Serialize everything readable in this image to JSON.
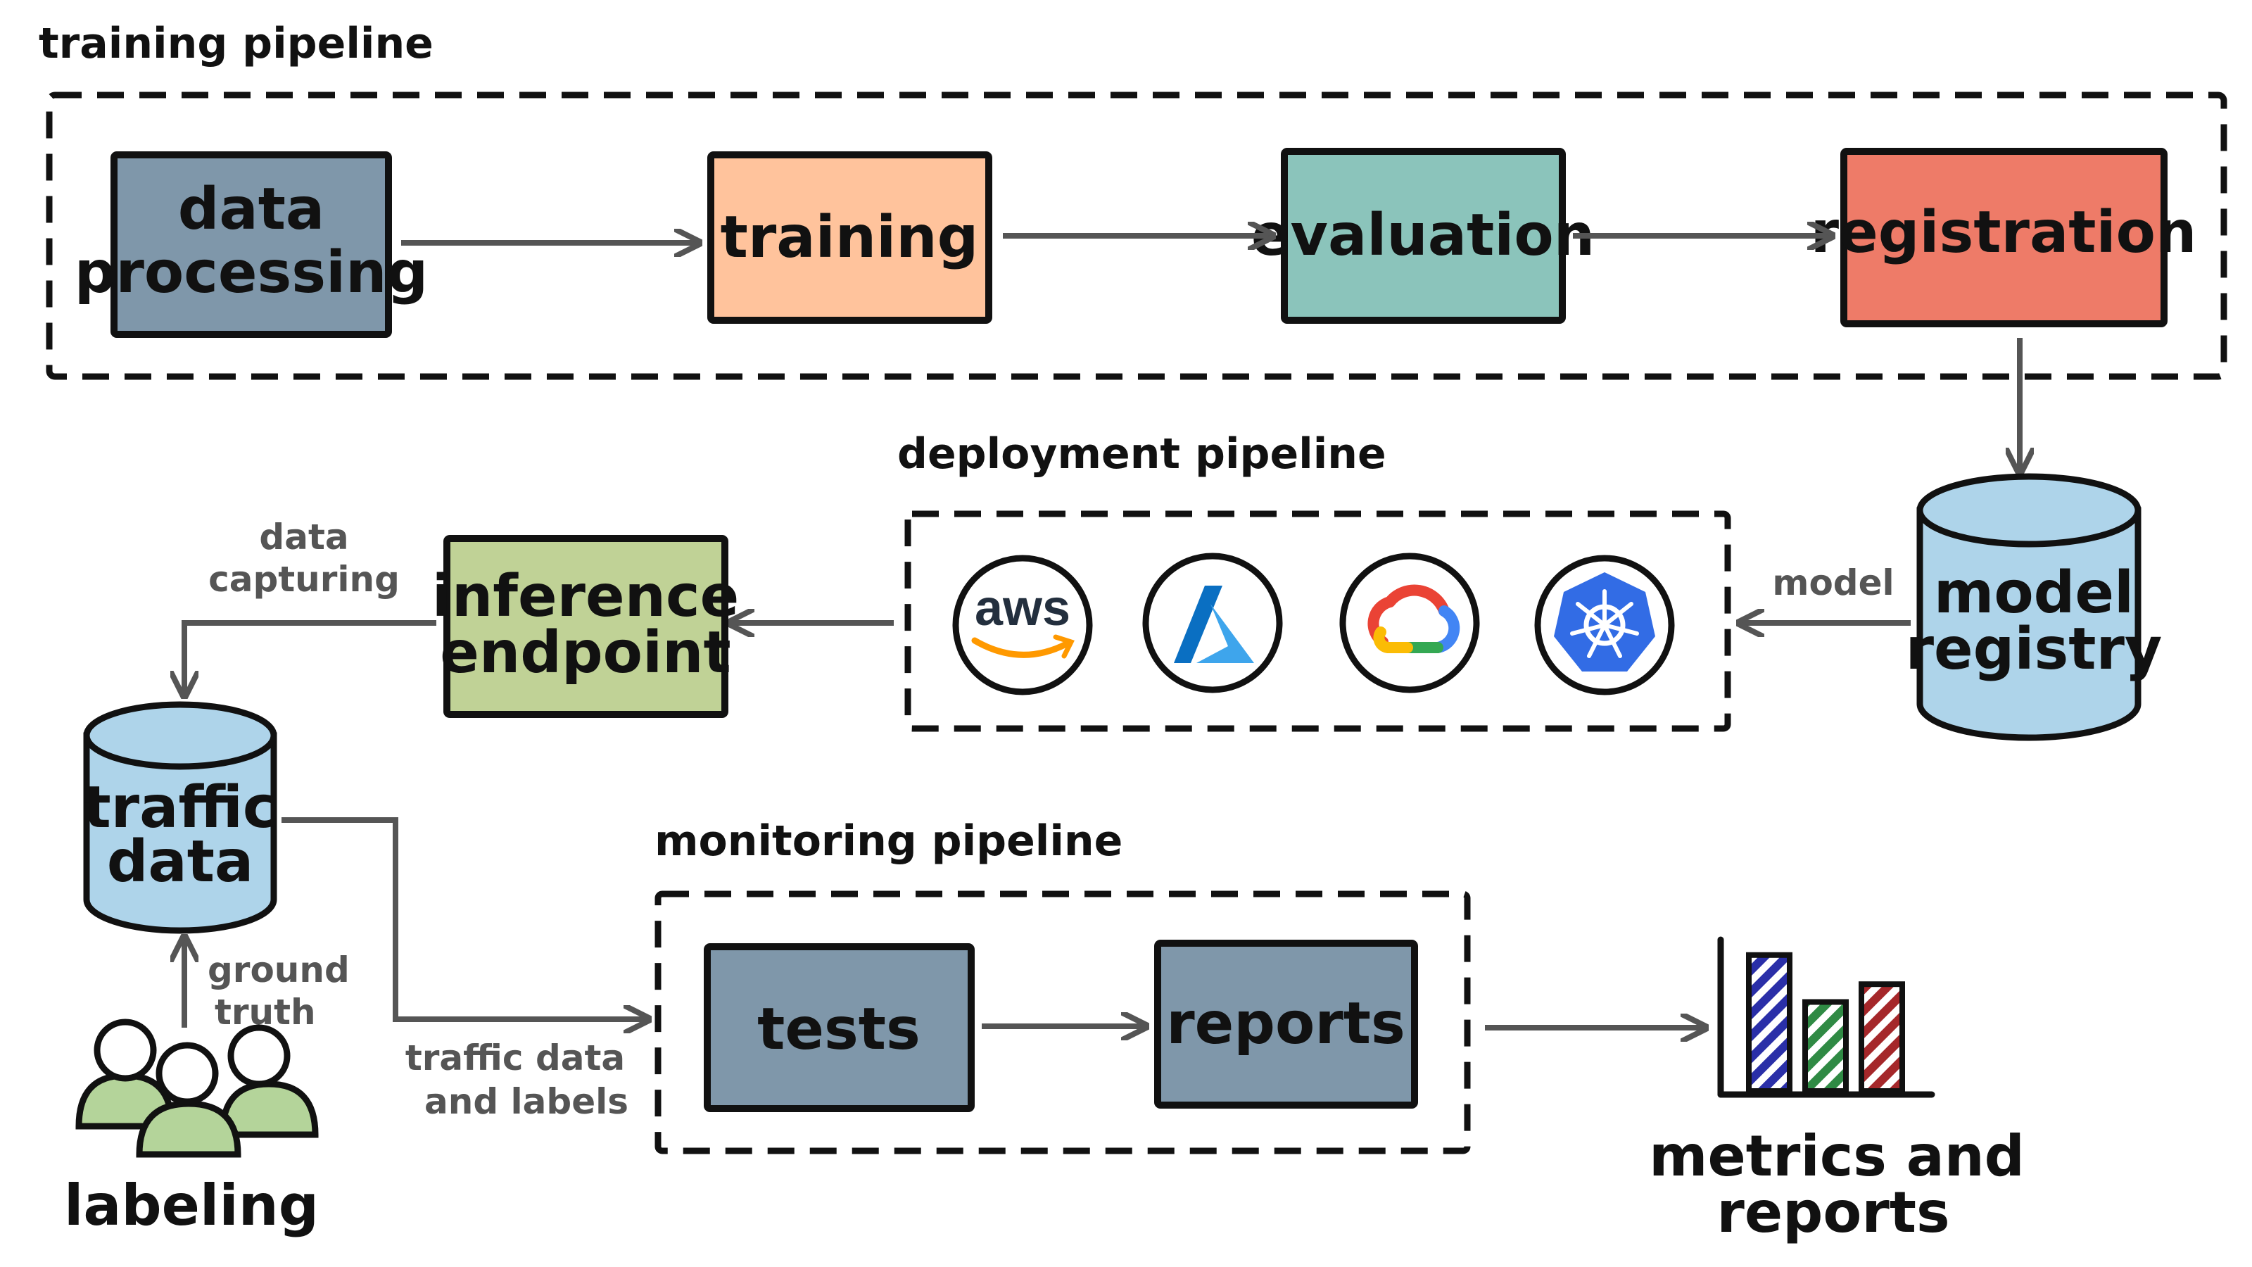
{
  "pipelines": {
    "training": {
      "title": "training pipeline",
      "steps": [
        {
          "label_lines": [
            "data",
            "processing"
          ],
          "color": "#7f97aa"
        },
        {
          "label_lines": [
            "training"
          ],
          "color": "#ffc39c"
        },
        {
          "label_lines": [
            "evaluation"
          ],
          "color": "#8bc4bb"
        },
        {
          "label_lines": [
            "registration"
          ],
          "color": "#ee7b68"
        }
      ]
    },
    "deployment": {
      "title": "deployment pipeline",
      "platforms": [
        "aws",
        "azure",
        "google-cloud",
        "kubernetes"
      ],
      "platform_text": {
        "aws": "aws"
      }
    },
    "monitoring": {
      "title": "monitoring pipeline",
      "steps": [
        {
          "label_lines": [
            "tests"
          ],
          "color": "#7f97aa"
        },
        {
          "label_lines": [
            "reports"
          ],
          "color": "#7f97aa"
        }
      ]
    }
  },
  "nodes": {
    "model_registry": {
      "label_lines": [
        "model",
        "registry"
      ],
      "color": "#aed4ea"
    },
    "inference_endpoint": {
      "label_lines": [
        "inference",
        "endpoint"
      ],
      "color": "#c0d296"
    },
    "traffic_data": {
      "label_lines": [
        "traffic",
        "data"
      ],
      "color": "#aed4ea"
    },
    "labeling": {
      "label": "labeling",
      "color": "#b4d49a"
    },
    "metrics": {
      "label_lines": [
        "metrics and",
        "reports"
      ],
      "bar_values": [
        0.84,
        0.55,
        0.66
      ],
      "bar_colors": [
        "#2a2fa8",
        "#2f8a44",
        "#a5272a"
      ]
    }
  },
  "edge_labels": {
    "model": "model",
    "data_capturing": [
      "data",
      "capturing"
    ],
    "ground_truth": [
      "ground",
      "truth"
    ],
    "traffic_data_and_labels": [
      "traffic data",
      "and labels"
    ]
  },
  "colors": {
    "training_frame_bg": "#fdfdf9",
    "monitoring_frame_bg": "#fbfbee",
    "arrow": "#555555"
  }
}
